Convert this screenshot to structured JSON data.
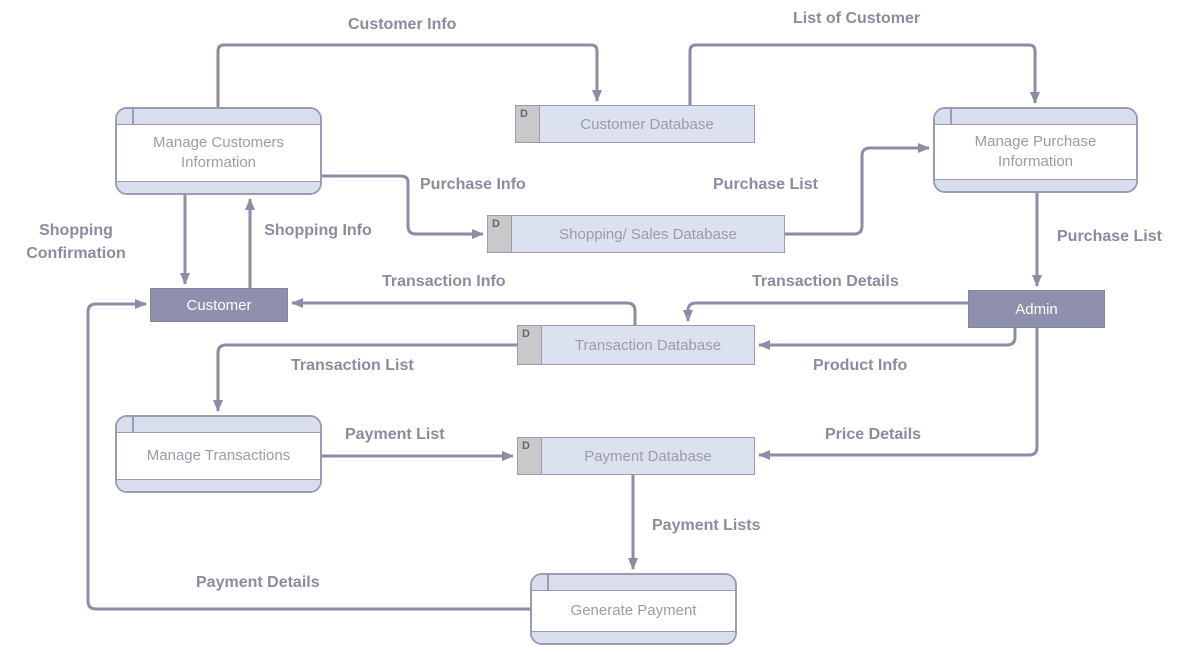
{
  "diagram": {
    "processes": [
      {
        "id": "manage-customers-information",
        "label": "Manage Customers Information"
      },
      {
        "id": "manage-purchase-information",
        "label": "Manage Purchase Information"
      },
      {
        "id": "manage-transactions",
        "label": "Manage Transactions"
      },
      {
        "id": "generate-payment",
        "label": "Generate Payment"
      }
    ],
    "datastores": [
      {
        "id": "customer-database",
        "marker": "D",
        "label": "Customer Database"
      },
      {
        "id": "shopping-sales-database",
        "marker": "D",
        "label": "Shopping/ Sales Database"
      },
      {
        "id": "transaction-database",
        "marker": "D",
        "label": "Transaction Database"
      },
      {
        "id": "payment-database",
        "marker": "D",
        "label": "Payment Database"
      }
    ],
    "entities": [
      {
        "id": "customer",
        "label": "Customer"
      },
      {
        "id": "admin",
        "label": "Admin"
      }
    ],
    "flow_labels": [
      {
        "id": "customer-info",
        "text": "Customer Info"
      },
      {
        "id": "list-of-customer",
        "text": "List of Customer"
      },
      {
        "id": "purchase-info",
        "text": "Purchase Info"
      },
      {
        "id": "purchase-list-to-manage-purchase",
        "text": "Purchase List"
      },
      {
        "id": "purchase-list-to-admin",
        "text": "Purchase List"
      },
      {
        "id": "shopping-confirmation",
        "text": "Shopping Confirmation"
      },
      {
        "id": "shopping-info",
        "text": "Shopping Info"
      },
      {
        "id": "transaction-info",
        "text": "Transaction Info"
      },
      {
        "id": "transaction-details",
        "text": "Transaction Details"
      },
      {
        "id": "transaction-list",
        "text": "Transaction List"
      },
      {
        "id": "product-info",
        "text": "Product Info"
      },
      {
        "id": "payment-list",
        "text": "Payment List"
      },
      {
        "id": "price-details",
        "text": "Price Details"
      },
      {
        "id": "payment-lists",
        "text": "Payment Lists"
      },
      {
        "id": "payment-details",
        "text": "Payment Details"
      }
    ],
    "colors": {
      "background": "#ffffff",
      "shape_border": "#9b9bb7",
      "process_band_fill": "#d9deed",
      "store_fill": "#dce1ef",
      "store_marker_fill": "#c9c9c9",
      "entity_fill": "#8f8fae",
      "entity_text": "#ffffff",
      "shape_text": "#9b9bac",
      "arrow": "#8c8ca6",
      "label_text": "#8b8ba1"
    }
  }
}
